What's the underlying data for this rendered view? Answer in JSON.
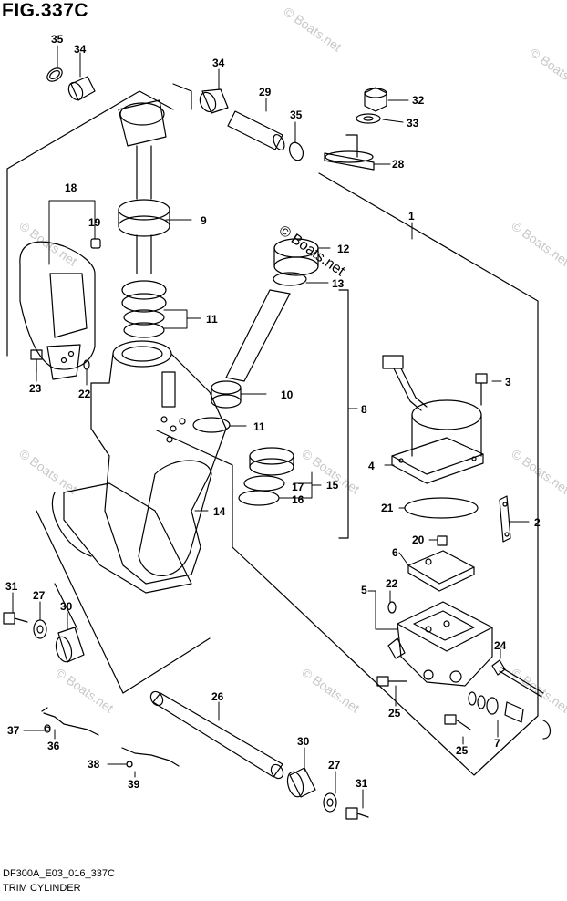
{
  "figure": {
    "title": "FIG.337C",
    "code": "DF300A_E03_016_337C",
    "caption": "TRIM CYLINDER",
    "watermark": "© Boats.net"
  },
  "callouts": [
    {
      "id": "c35a",
      "label": "35"
    },
    {
      "id": "c34a",
      "label": "34"
    },
    {
      "id": "c34b",
      "label": "34"
    },
    {
      "id": "c29",
      "label": "29"
    },
    {
      "id": "c35b",
      "label": "35"
    },
    {
      "id": "c32",
      "label": "32"
    },
    {
      "id": "c33",
      "label": "33"
    },
    {
      "id": "c28",
      "label": "28"
    },
    {
      "id": "c18",
      "label": "18"
    },
    {
      "id": "c19",
      "label": "19"
    },
    {
      "id": "c9",
      "label": "9"
    },
    {
      "id": "c1",
      "label": "1"
    },
    {
      "id": "c12",
      "label": "12"
    },
    {
      "id": "c13",
      "label": "13"
    },
    {
      "id": "c11a",
      "label": "11"
    },
    {
      "id": "c23",
      "label": "23"
    },
    {
      "id": "c22a",
      "label": "22"
    },
    {
      "id": "c10",
      "label": "10"
    },
    {
      "id": "c3",
      "label": "3"
    },
    {
      "id": "c8",
      "label": "8"
    },
    {
      "id": "c11b",
      "label": "11"
    },
    {
      "id": "c4",
      "label": "4"
    },
    {
      "id": "c17",
      "label": "17"
    },
    {
      "id": "c15",
      "label": "15"
    },
    {
      "id": "c16",
      "label": "16"
    },
    {
      "id": "c14",
      "label": "14"
    },
    {
      "id": "c21",
      "label": "21"
    },
    {
      "id": "c2",
      "label": "2"
    },
    {
      "id": "c20",
      "label": "20"
    },
    {
      "id": "c6",
      "label": "6"
    },
    {
      "id": "c31a",
      "label": "31"
    },
    {
      "id": "c27a",
      "label": "27"
    },
    {
      "id": "c30a",
      "label": "30"
    },
    {
      "id": "c22b",
      "label": "22"
    },
    {
      "id": "c5",
      "label": "5"
    },
    {
      "id": "c24",
      "label": "24"
    },
    {
      "id": "c26",
      "label": "26"
    },
    {
      "id": "c25a",
      "label": "25"
    },
    {
      "id": "c7",
      "label": "7"
    },
    {
      "id": "c37",
      "label": "37"
    },
    {
      "id": "c36",
      "label": "36"
    },
    {
      "id": "c25b",
      "label": "25"
    },
    {
      "id": "c38",
      "label": "38"
    },
    {
      "id": "c39",
      "label": "39"
    },
    {
      "id": "c30b",
      "label": "30"
    },
    {
      "id": "c27b",
      "label": "27"
    },
    {
      "id": "c31b",
      "label": "31"
    }
  ]
}
